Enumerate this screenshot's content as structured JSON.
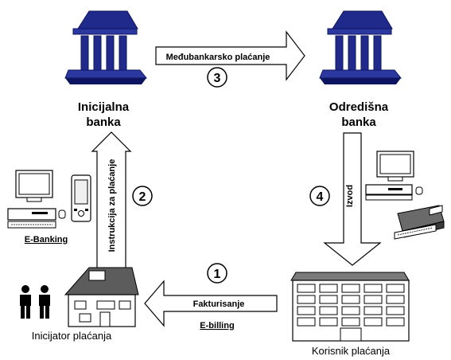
{
  "nodes": {
    "initial_bank": {
      "line1": "Inicijalna",
      "line2": "banka"
    },
    "destination_bank": {
      "line1": "Odredišna",
      "line2": "banka"
    },
    "payment_initiator": {
      "label": "Inicijator plaćanja"
    },
    "payment_recipient": {
      "label": "Korisnik plaćanja"
    }
  },
  "arrows": {
    "interbank": {
      "label": "Međubankarsko plaćanje",
      "step": "3"
    },
    "instruction": {
      "label": "Instrukcija za plaćanje",
      "step": "2",
      "channel": "E-Banking"
    },
    "statement": {
      "label": "Izvod",
      "step": "4"
    },
    "invoicing": {
      "label": "Fakturisanje",
      "step": "1",
      "channel": "E-billing"
    }
  },
  "colors": {
    "bank": "#1f2a8a",
    "bank_dark": "#0e1560",
    "house_roof": "#5c5c5c",
    "building_roof": "#7a7a7a"
  }
}
